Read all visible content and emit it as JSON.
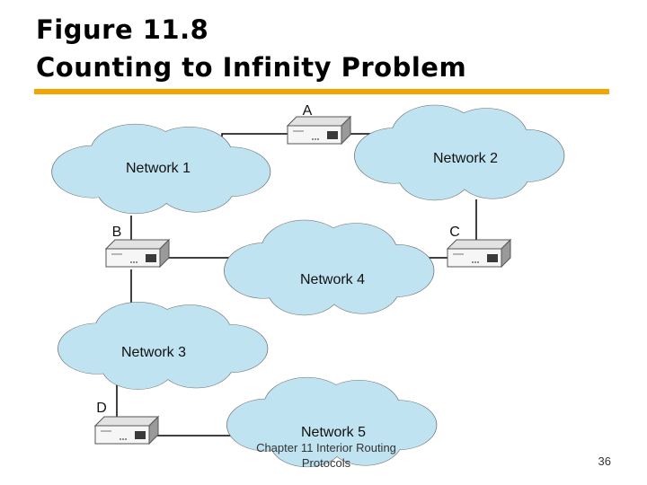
{
  "slide": {
    "title_line1": "Figure 11.8",
    "title_line2": "Counting to Infinity Problem",
    "accent_color": "#f5a400",
    "cloud_color": "#bfe3f0"
  },
  "diagram": {
    "networks": [
      {
        "id": "n1",
        "label": "Network 1"
      },
      {
        "id": "n2",
        "label": "Network 2"
      },
      {
        "id": "n3",
        "label": "Network 3"
      },
      {
        "id": "n4",
        "label": "Network 4"
      },
      {
        "id": "n5",
        "label": "Network 5"
      }
    ],
    "routers": [
      {
        "id": "A",
        "label": "A"
      },
      {
        "id": "B",
        "label": "B"
      },
      {
        "id": "C",
        "label": "C"
      },
      {
        "id": "D",
        "label": "D"
      }
    ],
    "links": [
      [
        "A",
        "n1"
      ],
      [
        "A",
        "n2"
      ],
      [
        "B",
        "n1"
      ],
      [
        "B",
        "n3"
      ],
      [
        "B",
        "n4"
      ],
      [
        "C",
        "n2"
      ],
      [
        "C",
        "n4"
      ],
      [
        "D",
        "n3"
      ],
      [
        "D",
        "n5"
      ]
    ]
  },
  "footer": {
    "caption_line1": "Chapter 11 Interior Routing",
    "caption_line2": "Protocols",
    "page_number": "36"
  }
}
